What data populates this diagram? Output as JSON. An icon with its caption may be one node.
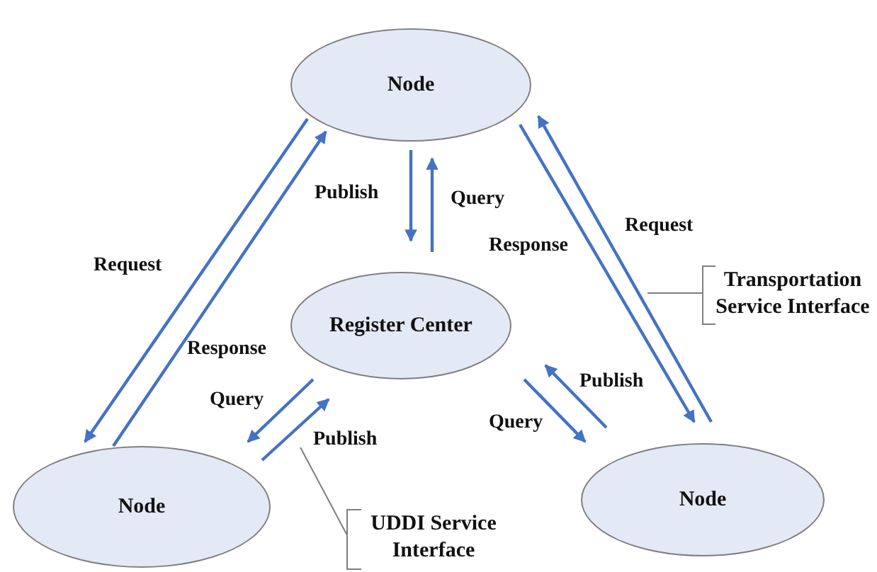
{
  "diagram": {
    "nodes": [
      {
        "text": [
          "Node"
        ]
      },
      {
        "text": [
          "Register Center"
        ]
      },
      {
        "text": [
          "Node"
        ]
      },
      {
        "text": [
          "Node"
        ]
      },
      {
        "text": [
          "Transportation Service Interface"
        ]
      },
      {
        "text": [
          "UDDI Service Interface"
        ]
      }
    ],
    "edges": [
      {
        "from": 0,
        "to": 1,
        "arrow": "to",
        "label": "Publish"
      },
      {
        "from": 1,
        "to": 0,
        "arrow": "to",
        "label": "Query"
      },
      {
        "from": 0,
        "to": 2,
        "arrow": "to",
        "label": "Request"
      },
      {
        "from": 2,
        "to": 0,
        "arrow": "to",
        "label": "Response"
      },
      {
        "from": 0,
        "to": 3,
        "arrow": "to",
        "label": "Response"
      },
      {
        "from": 3,
        "to": 0,
        "arrow": "to",
        "label": "Request"
      },
      {
        "from": 1,
        "to": 2,
        "arrow": "to",
        "label": "Query"
      },
      {
        "from": 2,
        "to": 1,
        "arrow": "to",
        "label": "Publish"
      },
      {
        "from": 3,
        "to": 1,
        "arrow": "to",
        "label": "Publish"
      },
      {
        "from": 1,
        "to": 3,
        "arrow": "to",
        "label": "Query"
      },
      {
        "from": 4,
        "to": null,
        "arrow": "none",
        "color": "#7f7f7f"
      },
      {
        "from": 5,
        "to": null,
        "arrow": "none",
        "color": "#7f7f7f"
      }
    ]
  }
}
